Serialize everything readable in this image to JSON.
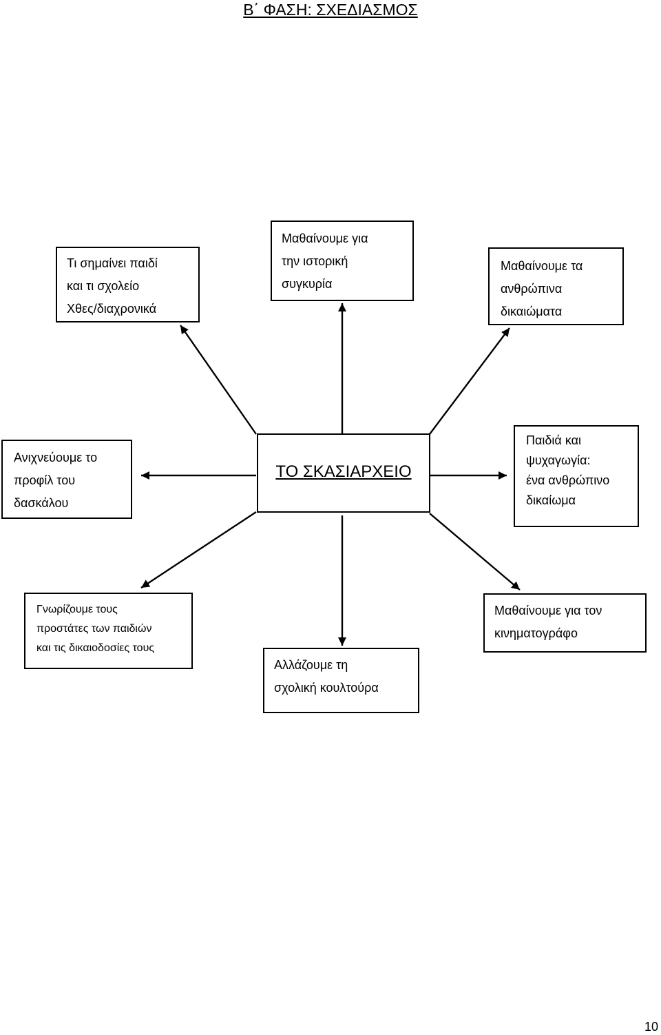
{
  "title": "Β΄ ΦΑΣΗ: ΣΧΕΔΙΑΣΜΟΣ",
  "center": [
    "ΤΟ  ΣΚΑΣΙΑΡΧΕΙΟ"
  ],
  "nodes": {
    "top_left": [
      "Τι σημαίνει παιδί",
      "και τι σχολείο",
      "Χθες/διαχρονικά"
    ],
    "top_center": [
      "Μαθαίνουμε για",
      "την  ιστορική",
      "συγκυρία"
    ],
    "top_right": [
      "Μαθαίνουμε τα",
      "ανθρώπινα",
      "δικαιώματα"
    ],
    "left": [
      "Ανιχνεύουμε το",
      "προφίλ του",
      "δασκάλου"
    ],
    "right": [
      "Παιδιά και",
      "ψυχαγωγία:",
      "ένα ανθρώπινο",
      "δικαίωμα"
    ],
    "bottom_left": [
      "Γνωρίζουμε τους",
      "προστάτες των παιδιών",
      "και τις δικαιοδοσίες τους"
    ],
    "bottom_center": [
      "Αλλάζουμε τη",
      "σχολική κουλτούρα"
    ],
    "bottom_right": [
      "Μαθαίνουμε για τον",
      "κινηματογράφο"
    ]
  },
  "page_number": "10"
}
